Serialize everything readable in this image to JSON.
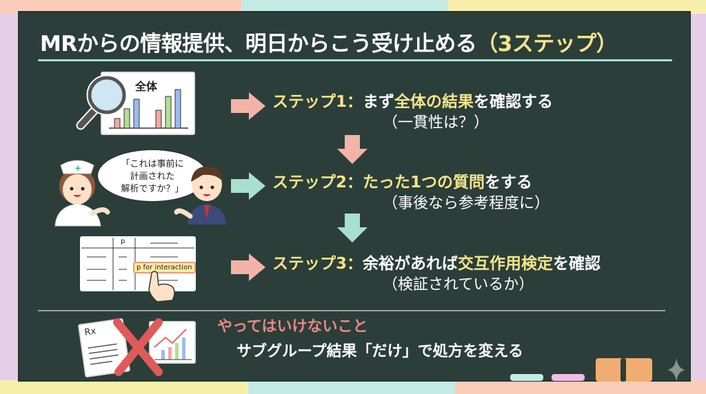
{
  "title": {
    "main": "MRからの情報提供、明日からこう受け止める",
    "accent": "（3ステップ）"
  },
  "steps": [
    {
      "label": "ステップ1：",
      "pre": "まず",
      "hl": "全体の結果",
      "post": "を確認する",
      "sub": "（一貫性は？）"
    },
    {
      "label": "ステップ2：",
      "pre": "",
      "hl": "たった1つの質問",
      "post": "をする",
      "sub": "（事後なら参考程度に）"
    },
    {
      "label": "ステップ3：",
      "pre": "余裕があれば",
      "hl": "交互作用検定",
      "post": "を確認",
      "sub": "（検証されているか）"
    }
  ],
  "illustrations": {
    "chart_label": "全体",
    "speech": [
      "「これは事前に",
      "計画された",
      "解析ですか？」"
    ],
    "table_header_p": "p",
    "table_highlight": "p for interaction",
    "rx": "Rx"
  },
  "dont": {
    "title": "やってはいけないこと",
    "text": "サブグループ結果「だけ」で処方を変える"
  },
  "colors": {
    "board": "#2c3e39",
    "yellow": "#f3e58a",
    "pink": "#f3b3a8",
    "teal": "#a8e0d0",
    "red": "#e88a84"
  }
}
